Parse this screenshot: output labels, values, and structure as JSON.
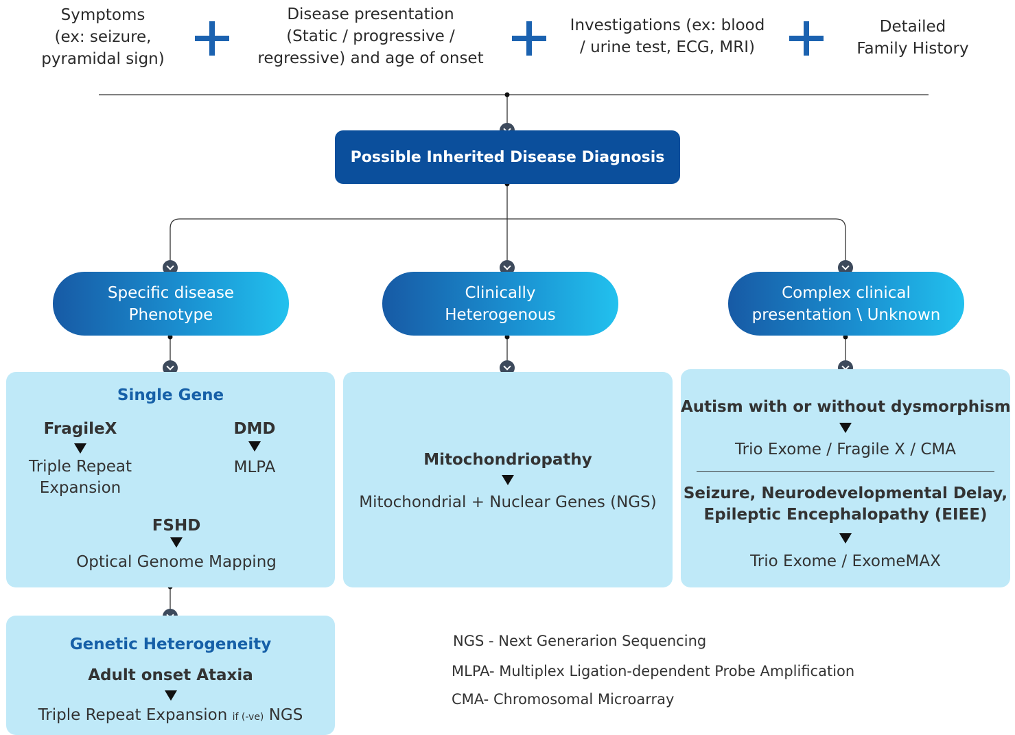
{
  "top_inputs": [
    {
      "line1": "Symptoms",
      "line2": "(ex:  seizure,",
      "line3": "pyramidal sign)"
    },
    {
      "line1": "Disease presentation",
      "line2": "(Static / progressive /",
      "line3": "regressive) and age of onset"
    },
    {
      "line1": "Investigations (ex: blood",
      "line2": "/ urine test, ECG, MRI)"
    },
    {
      "line1": "Detailed",
      "line2": "Family History"
    }
  ],
  "main_diagnosis": "Possible Inherited Disease Diagnosis",
  "branches": [
    {
      "line1": "Specific disease",
      "line2": "Phenotype"
    },
    {
      "line1": "Clinically",
      "line2": "Heterogenous"
    },
    {
      "line1": "Complex clinical",
      "line2": "presentation \\ Unknown"
    }
  ],
  "single_gene": {
    "heading": "Single Gene",
    "fragilex": {
      "name": "FragileX",
      "test1": "Triple Repeat",
      "test2": "Expansion"
    },
    "dmd": {
      "name": "DMD",
      "test": "MLPA"
    },
    "fshd": {
      "name": "FSHD",
      "test": "Optical Genome Mapping"
    }
  },
  "mito": {
    "name": "Mitochondriopathy",
    "test": "Mitochondrial + Nuclear Genes (NGS)"
  },
  "complex": {
    "autism": {
      "name": "Autism with or without dysmorphism",
      "test": "Trio Exome / Fragile X / CMA"
    },
    "seizure": {
      "name1": "Seizure, Neurodevelopmental Delay,",
      "name2": "Epileptic Encephalopathy (EIEE)",
      "test": "Trio Exome / ExomeMAX"
    }
  },
  "genetic_het": {
    "heading": "Genetic Heterogeneity",
    "name": "Adult onset Ataxia",
    "test_main": "Triple Repeat Expansion",
    "test_small": "if (-ve)",
    "test_end": "NGS"
  },
  "legend": [
    "NGS - Next Generarion Sequencing",
    "MLPA- Multiplex Ligation-dependent Probe Amplification",
    "CMA- Chromosomal Microarray"
  ],
  "colors": {
    "plus": "#1b62b0",
    "main_box": "#0b4f9c",
    "panel": "#bfe9f8",
    "heading_blue": "#1660a8"
  }
}
